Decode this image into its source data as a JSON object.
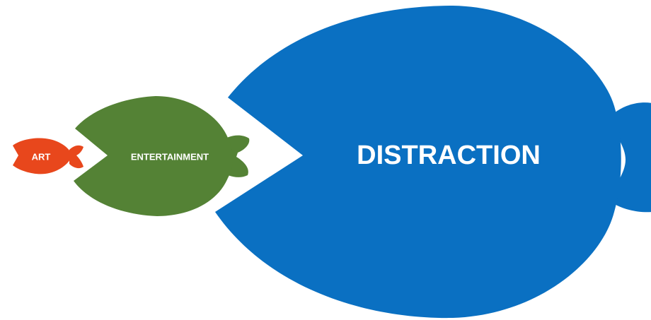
{
  "colors": {
    "art": "#e8471c",
    "entertainment": "#548235",
    "distraction": "#0a70c2",
    "background": "#ffffff",
    "label": "#ffffff"
  },
  "fish": [
    {
      "id": "art",
      "label": "ART",
      "color_key": "art"
    },
    {
      "id": "entertainment",
      "label": "ENTERTAINMENT",
      "color_key": "entertainment"
    },
    {
      "id": "distraction",
      "label": "DISTRACTION",
      "color_key": "distraction"
    }
  ]
}
